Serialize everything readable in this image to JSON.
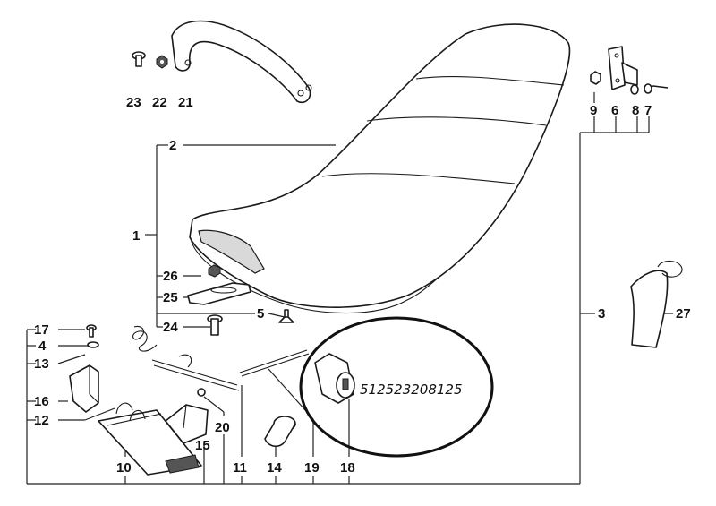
{
  "callouts": {
    "c1": "1",
    "c2": "2",
    "c3": "3",
    "c4": "4",
    "c5": "5",
    "c6": "6",
    "c7": "7",
    "c8": "8",
    "c9": "9",
    "c10": "10",
    "c11": "11",
    "c12": "12",
    "c13": "13",
    "c14": "14",
    "c15": "15",
    "c16": "16",
    "c17": "17",
    "c18": "18",
    "c19": "19",
    "c20": "20",
    "c21": "21",
    "c22": "22",
    "c23": "23",
    "c24": "24",
    "c25": "25",
    "c26": "26",
    "c27": "27"
  },
  "highlight": {
    "part_number": "512523208125"
  }
}
